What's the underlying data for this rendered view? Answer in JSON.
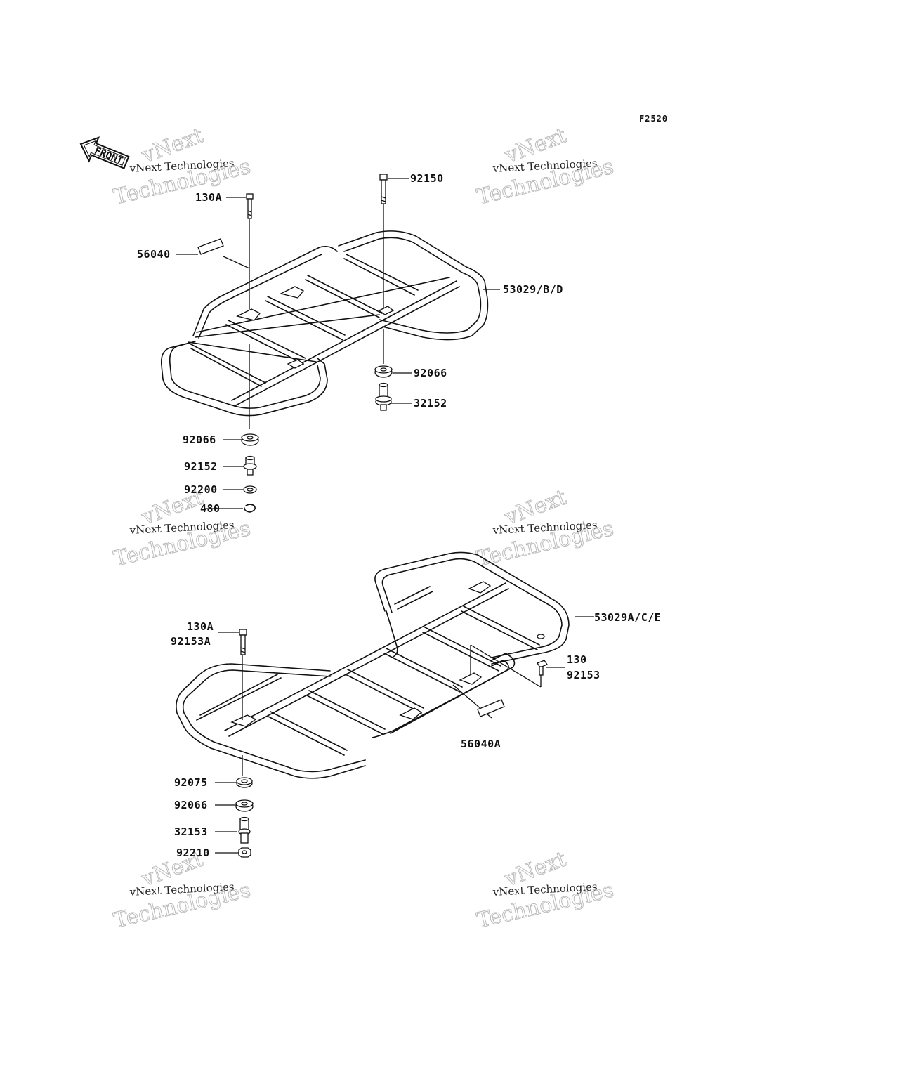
{
  "diagram_code": "F2520",
  "front_label": "FRONT",
  "watermark": {
    "line1": "vNext Technologies",
    "line2": "vNext",
    "line3": "Technologies"
  },
  "top_group": {
    "bolt_left": "130A",
    "bolt_right": "92150",
    "label": "56040",
    "carrier": "53029/B/D",
    "damper_right": "92066",
    "collar_right": "32152",
    "damper_left": "92066",
    "collar_left": "92152",
    "washer": "92200",
    "circlip": "480"
  },
  "bottom_group": {
    "bolt_left_a": "130A",
    "bolt_left_b": "92153A",
    "carrier": "53029A/C/E",
    "bolt_right_a": "130",
    "bolt_right_b": "92153",
    "label": "56040A",
    "spacer": "92075",
    "damper": "92066",
    "collar": "32153",
    "nut": "92210"
  }
}
